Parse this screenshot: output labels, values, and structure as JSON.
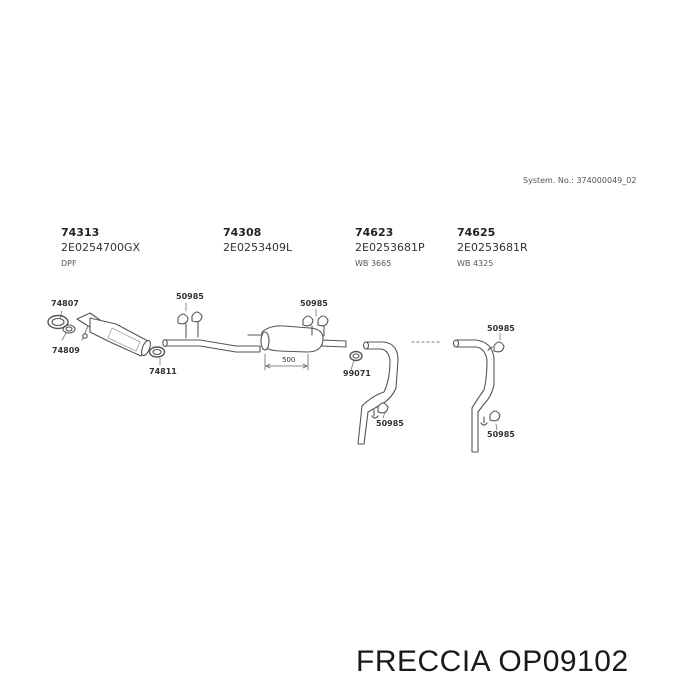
{
  "system_number": "System. No.: 374000049_02",
  "parts": [
    {
      "part_no": "74313",
      "oem": "2E0254700GX",
      "note": "DPF"
    },
    {
      "part_no": "74308",
      "oem": "2E0253409L",
      "note": ""
    },
    {
      "part_no": "74623",
      "oem": "2E0253681P",
      "note": "WB 3665"
    },
    {
      "part_no": "74625",
      "oem": "2E0253681R",
      "note": "WB 4325"
    }
  ],
  "callouts": {
    "c74807": "74807",
    "c74809": "74809",
    "c74811": "74811",
    "c50985_a": "50985",
    "c50985_b": "50985",
    "c50985_c": "50985",
    "c50985_d": "50985",
    "c50985_e": "50985",
    "c99071": "99071",
    "dim500": "500"
  },
  "brand": "FRECCIA OP09102"
}
